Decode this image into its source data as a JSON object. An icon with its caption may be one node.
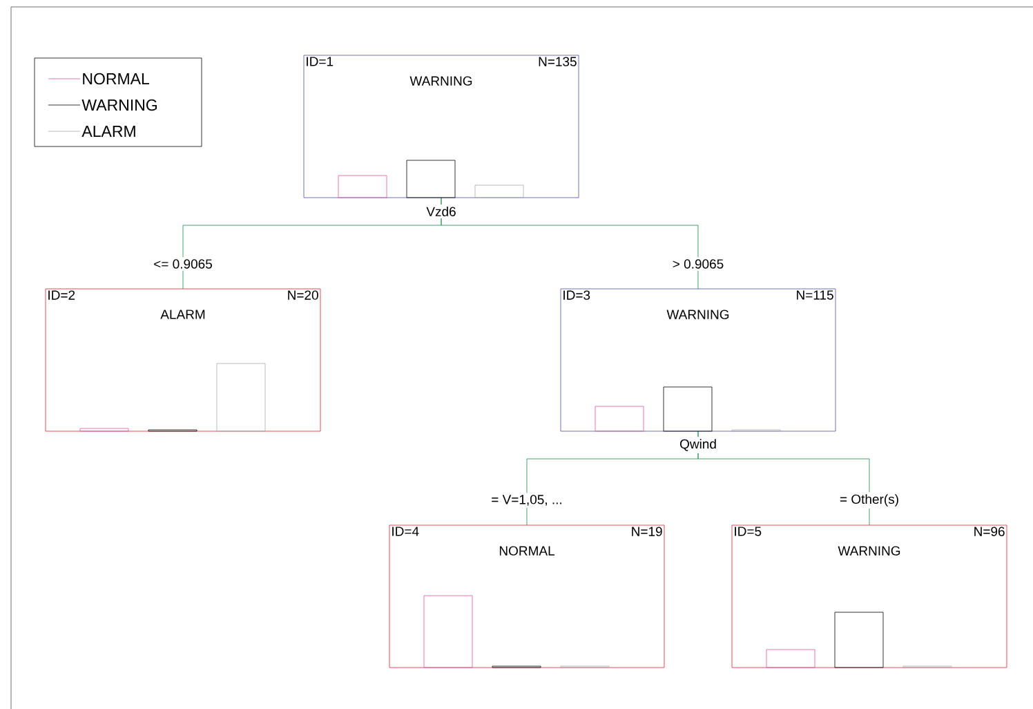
{
  "diagram": {
    "nodes": [
      {
        "text": [
          "ID=1",
          "N=135",
          "WARNING"
        ],
        "beside": [
          "Vzd6"
        ]
      },
      {
        "text": [
          "ID=2",
          "N=20",
          "ALARM"
        ]
      },
      {
        "text": [
          "ID=3",
          "N=115",
          "WARNING"
        ],
        "beside": [
          "Qwind"
        ]
      },
      {
        "text": [
          "ID=4",
          "N=19",
          "NORMAL"
        ]
      },
      {
        "text": [
          "ID=5",
          "N=96",
          "WARNING"
        ]
      }
    ],
    "edges": [
      {
        "from": 0,
        "to": 1,
        "arrow": "none",
        "label": "<= 0.9065"
      },
      {
        "from": 0,
        "to": 2,
        "arrow": "none",
        "label": "> 0.9065"
      },
      {
        "from": 2,
        "to": 3,
        "arrow": "none",
        "label": "= V=1,05, ..."
      },
      {
        "from": 2,
        "to": 4,
        "arrow": "none",
        "label": "= Other(s)"
      }
    ],
    "legend": [
      {
        "text": "NORMAL"
      },
      {
        "text": "WARNING"
      },
      {
        "text": "ALARM"
      }
    ]
  }
}
